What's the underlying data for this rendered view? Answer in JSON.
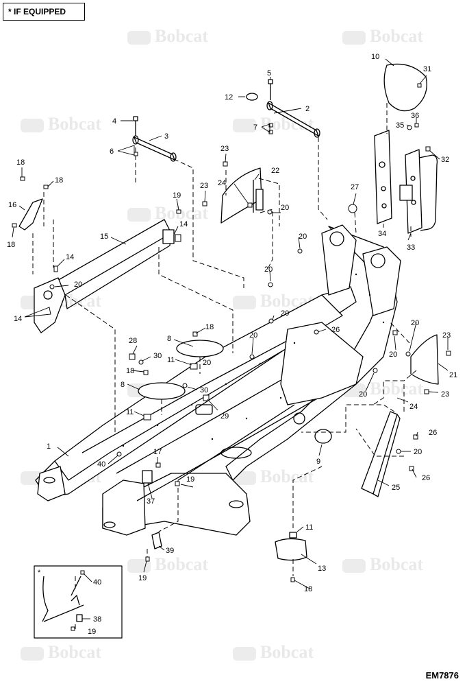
{
  "header": {
    "note": "* IF EQUIPPED"
  },
  "footer": {
    "code": "EM7876"
  },
  "watermark": {
    "text": "Bobcat"
  },
  "inset": {
    "marker": "*"
  },
  "callouts": [
    {
      "id": "c1",
      "text": "1"
    },
    {
      "id": "c2",
      "text": "2"
    },
    {
      "id": "c3",
      "text": "3"
    },
    {
      "id": "c4",
      "text": "4"
    },
    {
      "id": "c5",
      "text": "5"
    },
    {
      "id": "c6",
      "text": "6"
    },
    {
      "id": "c7",
      "text": "7"
    },
    {
      "id": "c8a",
      "text": "8"
    },
    {
      "id": "c8b",
      "text": "8"
    },
    {
      "id": "c9",
      "text": "9"
    },
    {
      "id": "c10",
      "text": "10"
    },
    {
      "id": "c11a",
      "text": "11"
    },
    {
      "id": "c11b",
      "text": "11"
    },
    {
      "id": "c11c",
      "text": "11"
    },
    {
      "id": "c12",
      "text": "12"
    },
    {
      "id": "c13",
      "text": "13"
    },
    {
      "id": "c14a",
      "text": "14"
    },
    {
      "id": "c14b",
      "text": "14"
    },
    {
      "id": "c14c",
      "text": "14"
    },
    {
      "id": "c15",
      "text": "15"
    },
    {
      "id": "c16",
      "text": "16"
    },
    {
      "id": "c17",
      "text": "17"
    },
    {
      "id": "c18a",
      "text": "18"
    },
    {
      "id": "c18b",
      "text": "18"
    },
    {
      "id": "c18c",
      "text": "18"
    },
    {
      "id": "c18d",
      "text": "18"
    },
    {
      "id": "c18e",
      "text": "18"
    },
    {
      "id": "c18f",
      "text": "18"
    },
    {
      "id": "c19a",
      "text": "19"
    },
    {
      "id": "c19b",
      "text": "19"
    },
    {
      "id": "c19c",
      "text": "19"
    },
    {
      "id": "c19d",
      "text": "19"
    },
    {
      "id": "c20a",
      "text": "20"
    },
    {
      "id": "c20b",
      "text": "20"
    },
    {
      "id": "c20c",
      "text": "20"
    },
    {
      "id": "c20d",
      "text": "20"
    },
    {
      "id": "c20e",
      "text": "20"
    },
    {
      "id": "c20f",
      "text": "20"
    },
    {
      "id": "c20g",
      "text": "20"
    },
    {
      "id": "c20h",
      "text": "20"
    },
    {
      "id": "c20i",
      "text": "20"
    },
    {
      "id": "c20j",
      "text": "20"
    },
    {
      "id": "c20k",
      "text": "20"
    },
    {
      "id": "c21",
      "text": "21"
    },
    {
      "id": "c22",
      "text": "22"
    },
    {
      "id": "c23a",
      "text": "23"
    },
    {
      "id": "c23b",
      "text": "23"
    },
    {
      "id": "c23c",
      "text": "23"
    },
    {
      "id": "c23d",
      "text": "23"
    },
    {
      "id": "c24a",
      "text": "24"
    },
    {
      "id": "c24b",
      "text": "24"
    },
    {
      "id": "c25",
      "text": "25"
    },
    {
      "id": "c26a",
      "text": "26"
    },
    {
      "id": "c26b",
      "text": "26"
    },
    {
      "id": "c26c",
      "text": "26"
    },
    {
      "id": "c27",
      "text": "27"
    },
    {
      "id": "c28",
      "text": "28"
    },
    {
      "id": "c29",
      "text": "29"
    },
    {
      "id": "c30a",
      "text": "30"
    },
    {
      "id": "c30b",
      "text": "30"
    },
    {
      "id": "c31",
      "text": "31"
    },
    {
      "id": "c32",
      "text": "32"
    },
    {
      "id": "c33",
      "text": "33"
    },
    {
      "id": "c34",
      "text": "34"
    },
    {
      "id": "c35",
      "text": "35"
    },
    {
      "id": "c36",
      "text": "36"
    },
    {
      "id": "c37",
      "text": "37"
    },
    {
      "id": "c38",
      "text": "38"
    },
    {
      "id": "c39",
      "text": "39"
    },
    {
      "id": "c40a",
      "text": "40"
    },
    {
      "id": "c40b",
      "text": "40"
    }
  ]
}
